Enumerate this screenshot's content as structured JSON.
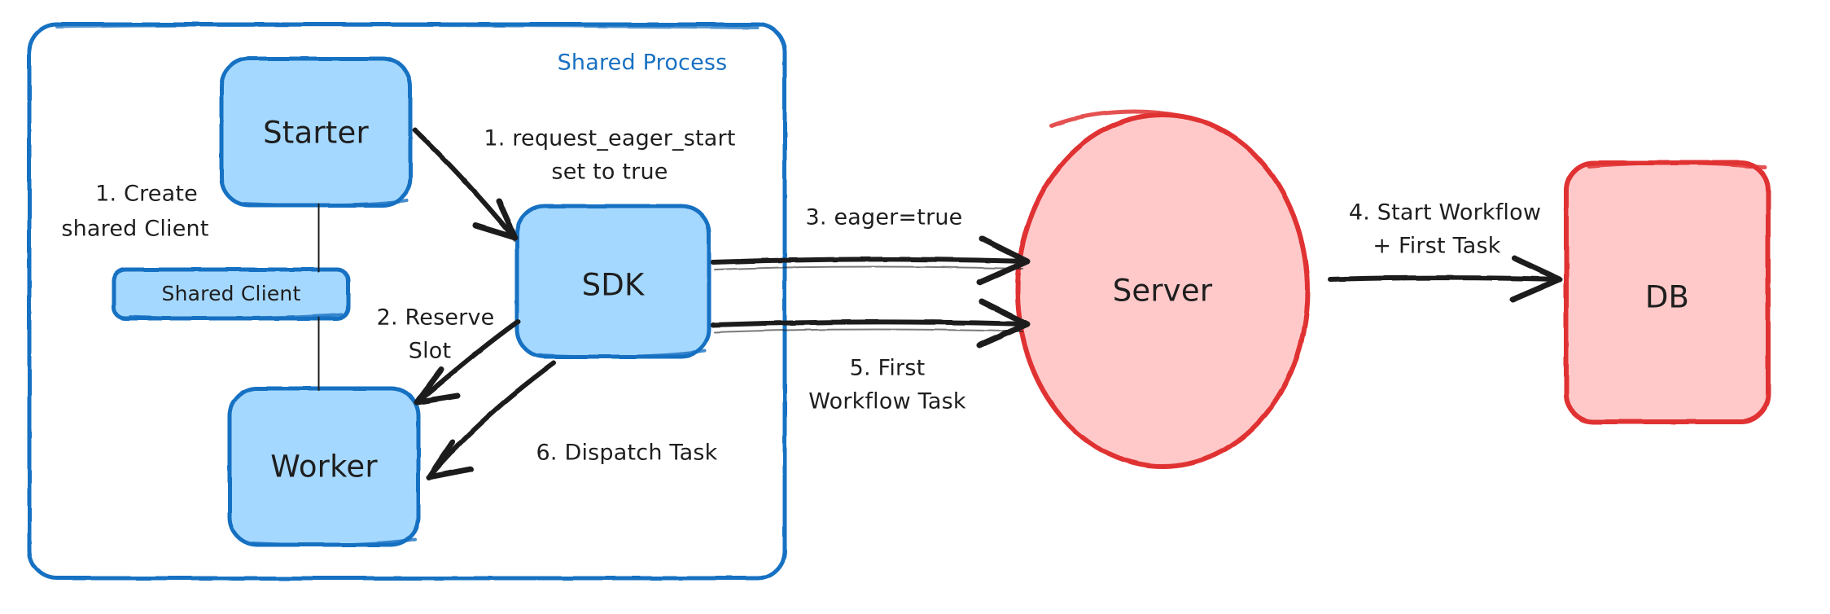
{
  "diagram": {
    "type": "architecture-flow",
    "style": "hand-drawn",
    "background": "#ffffff",
    "colors": {
      "blue_fill": "#a5d8ff",
      "blue_stroke": "#1971c2",
      "red_fill": "#ffc9c9",
      "red_stroke": "#e03131",
      "text": "#1e1e1e",
      "arrow": "#1e1e1e"
    },
    "group": {
      "name": "shared-process-container",
      "label": "Shared Process",
      "label_color": "#1971c2"
    },
    "nodes": [
      {
        "id": "starter",
        "label": "Starter",
        "shape": "rounded-rect",
        "color": "blue"
      },
      {
        "id": "shared-client",
        "label": "Shared Client",
        "shape": "rounded-rect",
        "color": "blue"
      },
      {
        "id": "worker",
        "label": "Worker",
        "shape": "rounded-rect",
        "color": "blue"
      },
      {
        "id": "sdk",
        "label": "SDK",
        "shape": "rounded-rect",
        "color": "blue"
      },
      {
        "id": "server",
        "label": "Server",
        "shape": "ellipse",
        "color": "red"
      },
      {
        "id": "db",
        "label": "DB",
        "shape": "rounded-rect",
        "color": "red"
      }
    ],
    "edges": [
      {
        "id": "e1",
        "from": "starter",
        "to": "sdk",
        "label": "1. request_eager_start\nset to true",
        "arrow": true
      },
      {
        "id": "e2",
        "from": "sdk",
        "to": "worker",
        "label": "2. Reserve\nSlot",
        "arrow": true
      },
      {
        "id": "e3",
        "from": "sdk",
        "to": "server",
        "label": "3. eager=true",
        "arrow": true
      },
      {
        "id": "e4",
        "from": "server",
        "to": "db",
        "label": "4. Start Workflow\n+ First Task",
        "arrow": true
      },
      {
        "id": "e5",
        "from": "sdk",
        "to": "server",
        "label": "5. First\nWorkflow Task",
        "arrow": true
      },
      {
        "id": "e6",
        "from": "sdk",
        "to": "worker",
        "label": "6. Dispatch Task",
        "arrow": true
      },
      {
        "id": "e7",
        "from": "starter",
        "to": "shared-client",
        "label": "1. Create\nshared Client",
        "arrow": false
      },
      {
        "id": "e8",
        "from": "shared-client",
        "to": "worker",
        "label": "",
        "arrow": false
      }
    ],
    "edge_labels": {
      "e1_line1": "1. request_eager_start",
      "e1_line2": "set to true",
      "e2_line1": "2. Reserve",
      "e2_line2": "Slot",
      "e3_line1": "3. eager=true",
      "e4_line1": "4. Start Workflow",
      "e4_line2": "+ First Task",
      "e5_line1": "5. First",
      "e5_line2": "Workflow Task",
      "e6_line1": "6. Dispatch Task",
      "e7_line1": "1. Create",
      "e7_line2": "shared Client"
    }
  }
}
